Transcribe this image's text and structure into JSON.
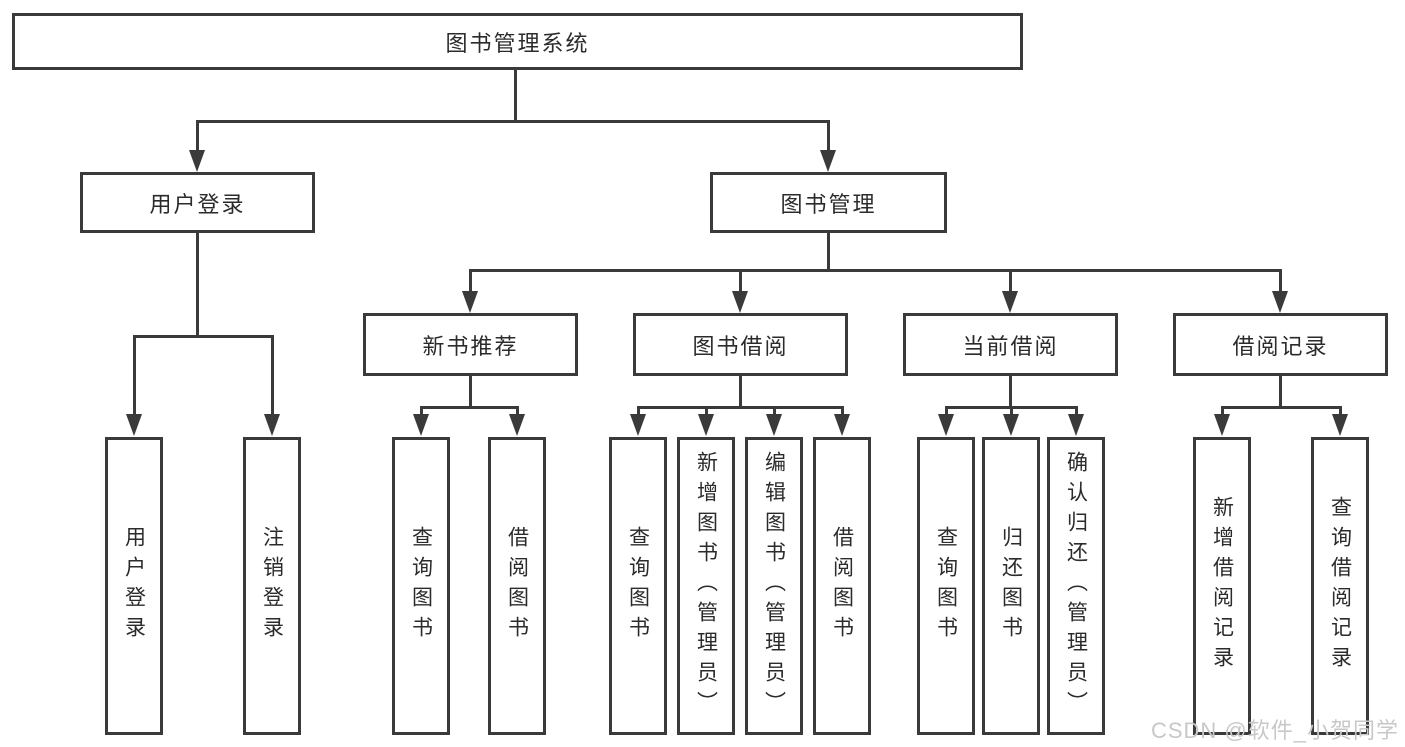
{
  "colors": {
    "line": "#3a3a3a",
    "text": "#2b2b2b",
    "box_fill": "#ffffff",
    "watermark": "#c8c8c8",
    "background": "#ffffff"
  },
  "watermark": {
    "text": "CSDN @软件_小贺同学"
  },
  "tree": {
    "root": {
      "label": "图书管理系统"
    },
    "level2": [
      {
        "label": "用户登录",
        "children": [
          {
            "label": "用户登录"
          },
          {
            "label": "注销登录"
          }
        ]
      },
      {
        "label": "图书管理",
        "children": [
          {
            "label": "新书推荐",
            "children": [
              {
                "label": "查询图书"
              },
              {
                "label": "借阅图书"
              }
            ]
          },
          {
            "label": "图书借阅",
            "children": [
              {
                "label": "查询图书"
              },
              {
                "label": "新增图书（管理员）"
              },
              {
                "label": "编辑图书（管理员）"
              },
              {
                "label": "借阅图书"
              }
            ]
          },
          {
            "label": "当前借阅",
            "children": [
              {
                "label": "查询图书"
              },
              {
                "label": "归还图书"
              },
              {
                "label": "确认归还（管理员）"
              }
            ]
          },
          {
            "label": "借阅记录",
            "children": [
              {
                "label": "新增借阅记录"
              },
              {
                "label": "查询借阅记录"
              }
            ]
          }
        ]
      }
    ]
  }
}
